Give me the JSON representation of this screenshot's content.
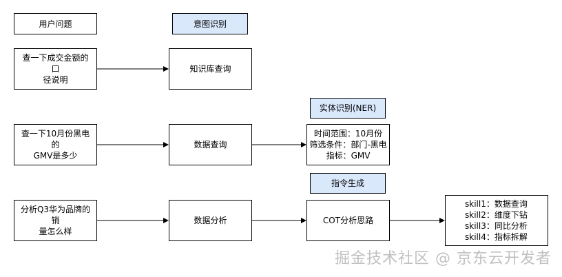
{
  "columns": {
    "user_question_header": "用户问题",
    "intent_header": "意图识别"
  },
  "rows": [
    {
      "question": "查一下成交金额的口\n径说明",
      "step": "知识库查询"
    },
    {
      "question": "查一下10月份黑电的\nGMV是多少",
      "step": "数据查询",
      "tag": "实体识别(NER)",
      "result": "时间范围：10月份\n筛选条件：部门-黑电\n指标：GMV"
    },
    {
      "question": "分析Q3华为品牌的销\n量怎么样",
      "step": "数据分析",
      "tag": "指令生成",
      "result": "COT分析思路",
      "skills": "skill1：数据查询\nskill2：维度下钻\nskill3：同比分析\nskill4：指标拆解"
    }
  ],
  "watermark": "掘金技术社区 @ 京东云开发者",
  "colors": {
    "header_fill": "#dae8fc",
    "stroke": "#000000"
  }
}
